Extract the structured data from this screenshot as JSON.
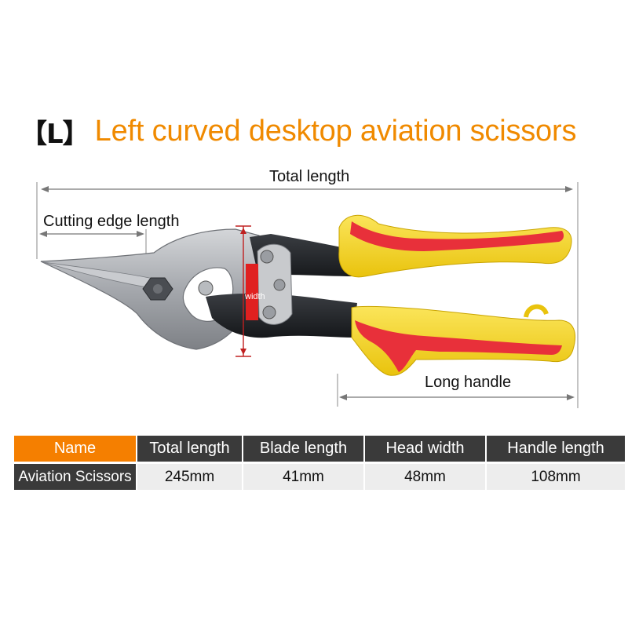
{
  "title": {
    "tag": "【L】",
    "text": "Left curved desktop aviation scissors"
  },
  "dimensions": {
    "total_length": "Total length",
    "cutting_edge_length": "Cutting edge length",
    "long_handle": "Long handle",
    "width": "width"
  },
  "colors": {
    "accent": "#f08a00",
    "handle_yellow": "#f4d21a",
    "handle_red": "#e8303a",
    "blade_gray": "#a9acb1",
    "width_marker": "#e02020"
  },
  "table": {
    "headers": [
      "Name",
      "Total length",
      "Blade length",
      "Head width",
      "Handle length"
    ],
    "rows": [
      [
        "Aviation Scissors",
        "245mm",
        "41mm",
        "48mm",
        "108mm"
      ]
    ]
  }
}
